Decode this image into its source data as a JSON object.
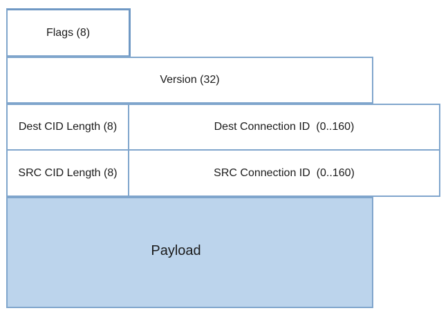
{
  "diagram": {
    "fields": {
      "flags": "Flags (8)",
      "version": "Version (32)",
      "dest_cid_length": "Dest CID Length (8)",
      "dest_connection_id": "Dest Connection ID  (0..160)",
      "src_cid_length": "SRC CID Length (8)",
      "src_connection_id": "SRC Connection ID  (0..160)",
      "payload": "Payload"
    },
    "colors": {
      "border": "#7fa5cc",
      "payload_fill": "#bcd4ec",
      "background": "#ffffff"
    }
  }
}
